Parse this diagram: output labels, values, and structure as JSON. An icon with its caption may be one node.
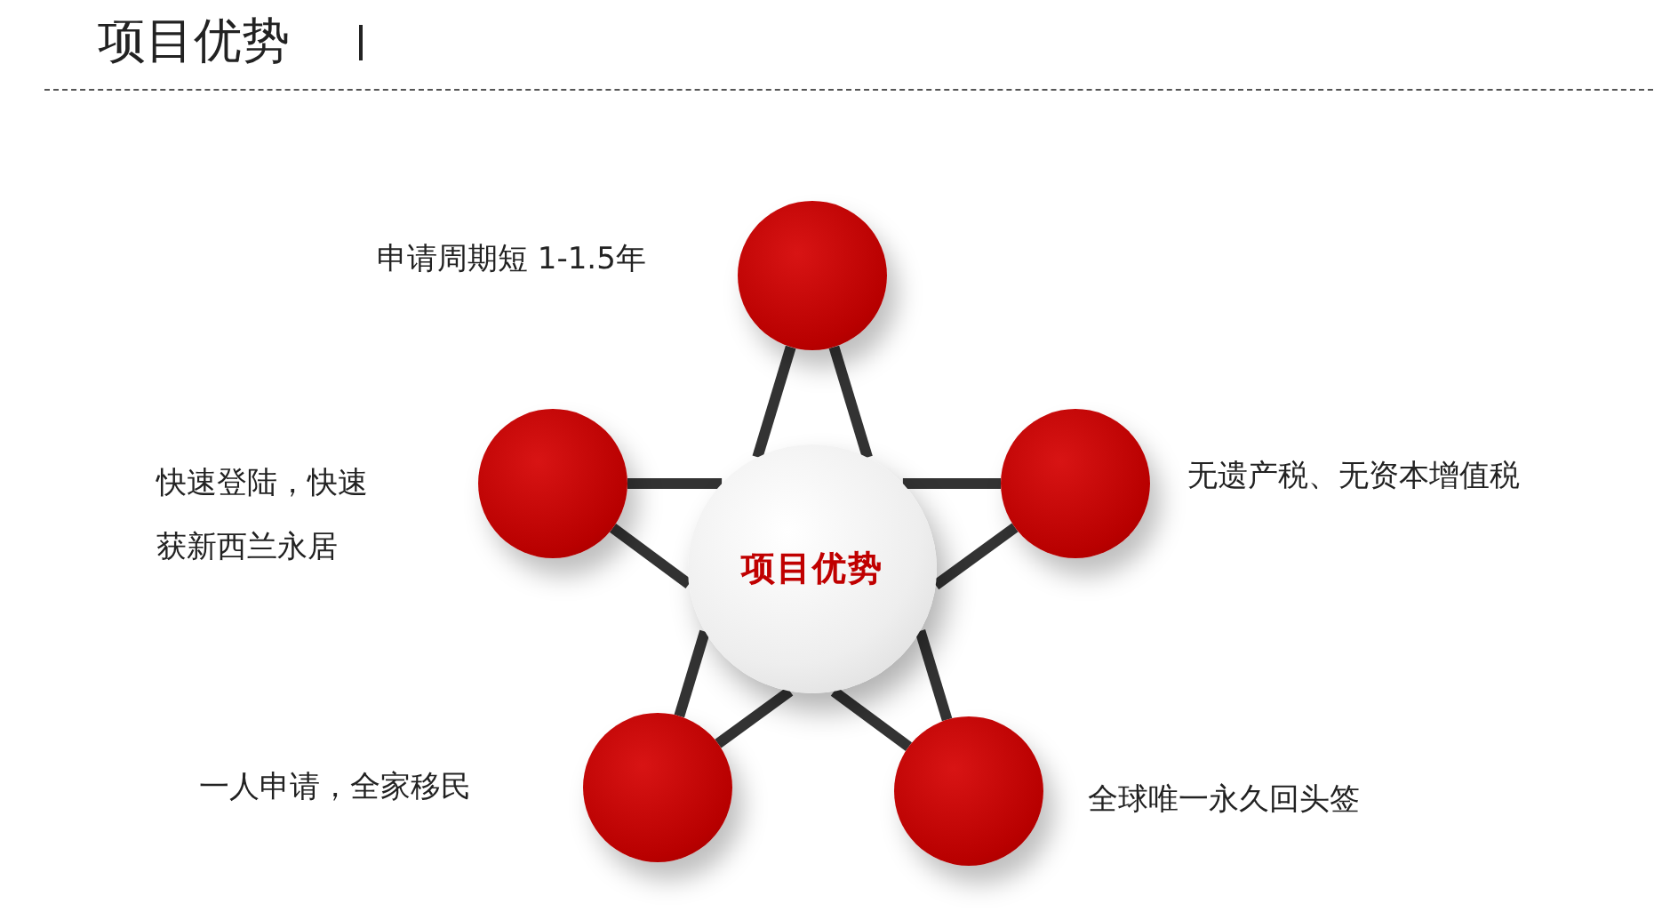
{
  "diagram": {
    "title": "项目优势",
    "nodes": [
      {
        "text": [],
        "shape": "circle",
        "beside": [
          "申请周期短 1-1.5年"
        ]
      },
      {
        "text": [],
        "shape": "circle",
        "beside": [
          "快速登陆，快速获新西兰永居"
        ]
      },
      {
        "text": [],
        "shape": "circle",
        "beside": [
          "无遗产税、无资本增值税"
        ]
      },
      {
        "text": [
          "项目优势"
        ]
      },
      {
        "text": [],
        "shape": "circle",
        "beside": [
          "一人申请，全家移民"
        ]
      },
      {
        "text": [],
        "shape": "circle",
        "beside": [
          "全球唯一永久回头签"
        ]
      }
    ],
    "edges": [
      {
        "from": 0,
        "to": 3,
        "arrow": "none"
      },
      {
        "from": 0,
        "to": 3,
        "arrow": "none"
      },
      {
        "from": 1,
        "to": 3,
        "arrow": "none"
      },
      {
        "from": 1,
        "to": 3,
        "arrow": "none"
      },
      {
        "from": 2,
        "to": 3,
        "arrow": "none"
      },
      {
        "from": 2,
        "to": 3,
        "arrow": "none"
      },
      {
        "from": 4,
        "to": 3,
        "arrow": "none"
      },
      {
        "from": 4,
        "to": 3,
        "arrow": "none"
      },
      {
        "from": 5,
        "to": 3,
        "arrow": "none"
      },
      {
        "from": 5,
        "to": 3,
        "arrow": "none"
      }
    ]
  }
}
